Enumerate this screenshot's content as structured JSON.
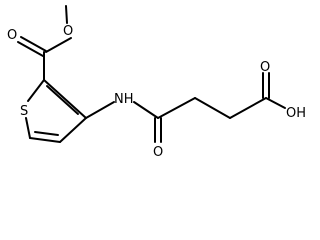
{
  "molecule": {
    "atoms": {
      "methyl_O": "O",
      "carbonyl_O": "O",
      "sulfur": "S",
      "amide_NH": "NH",
      "amide_O": "O",
      "acid_O": "O",
      "acid_OH": "OH"
    }
  }
}
